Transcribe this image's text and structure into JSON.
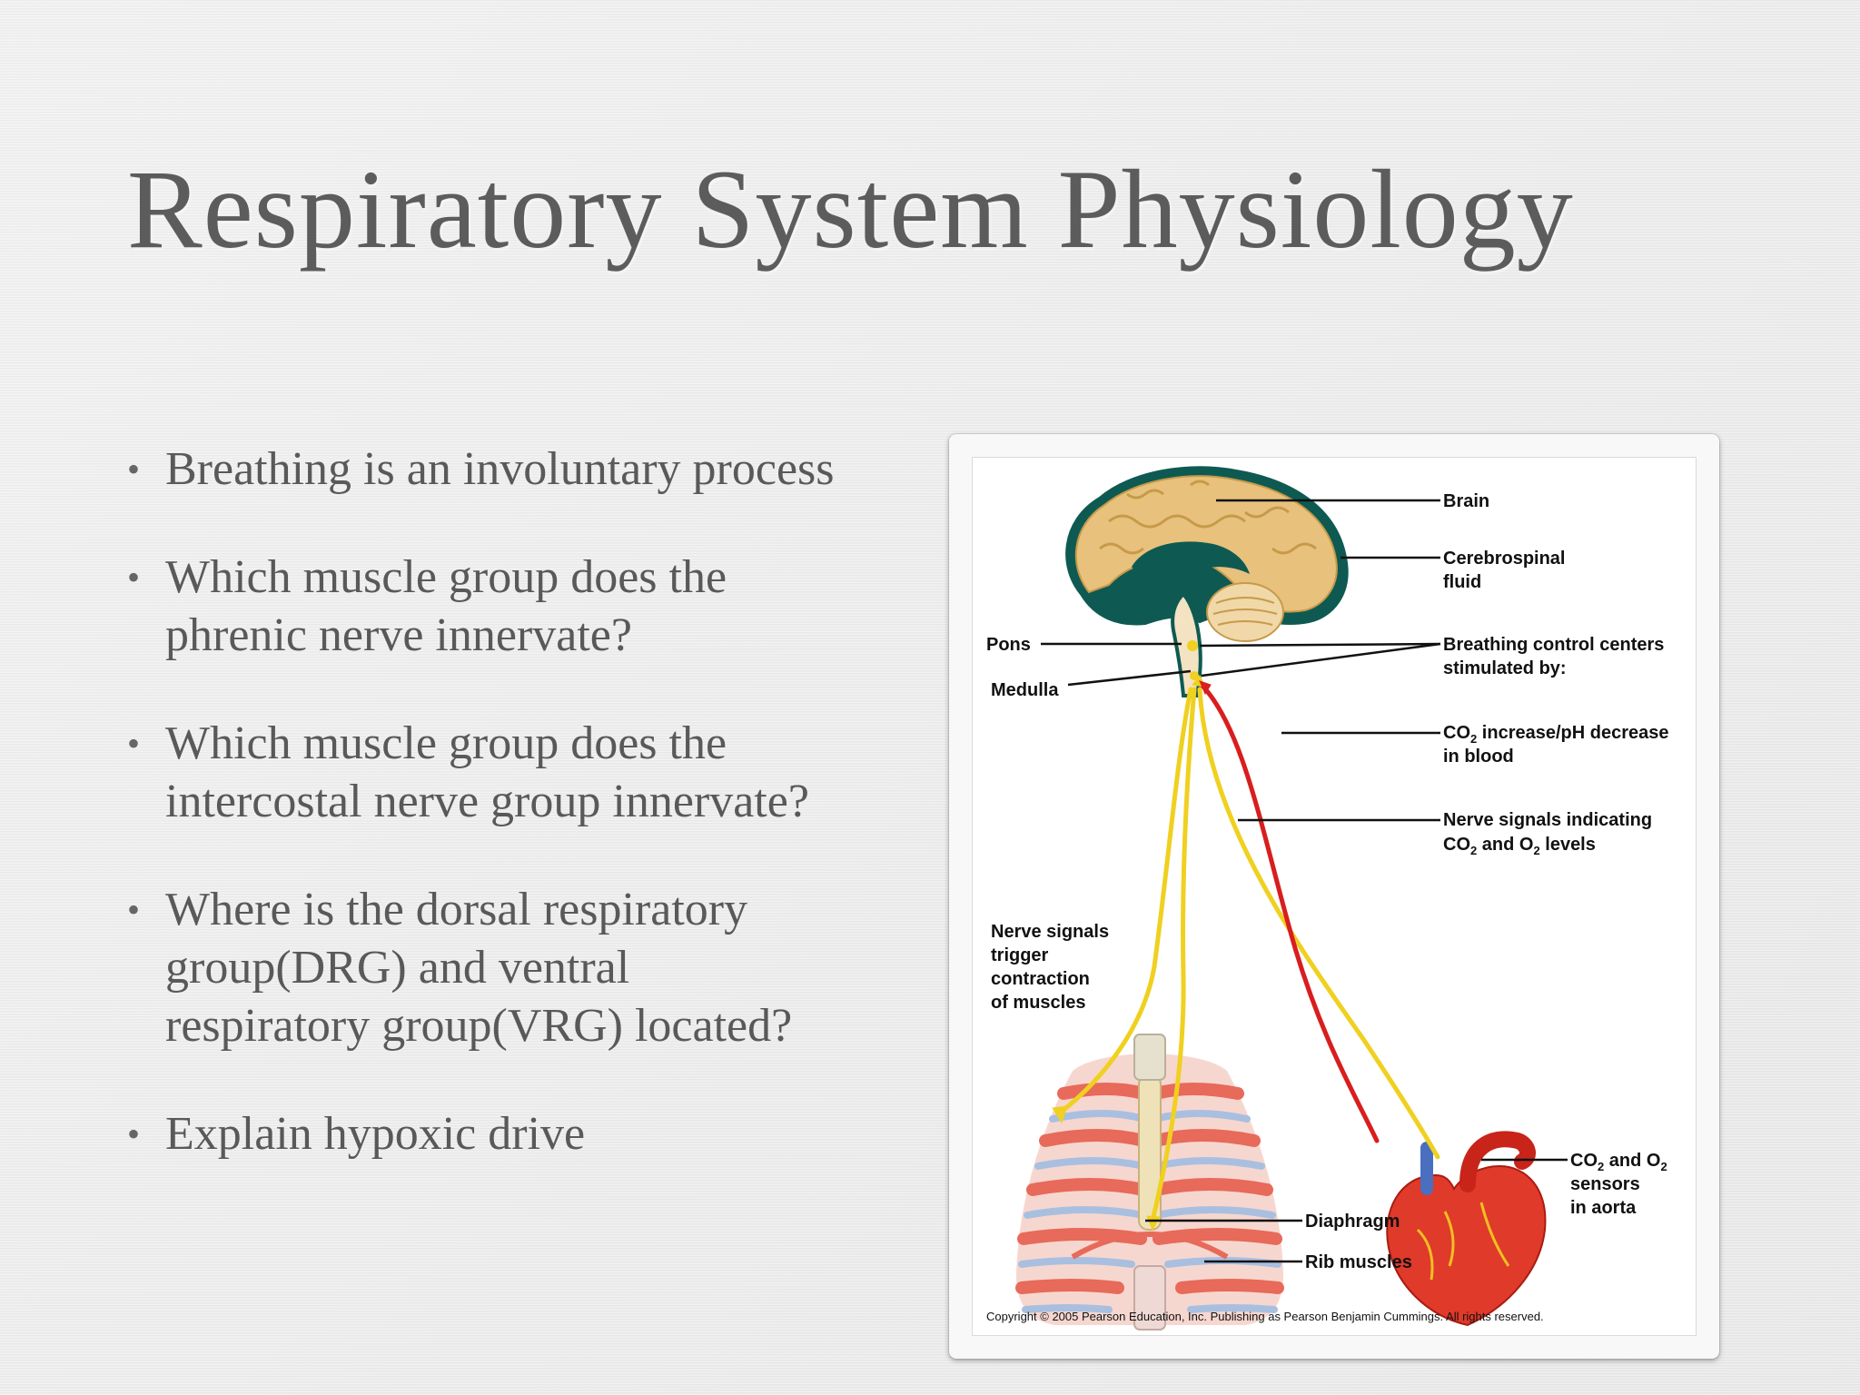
{
  "slide": {
    "title": "Respiratory System Physiology",
    "bullets": [
      {
        "lines": [
          "Breathing is an involuntary process"
        ]
      },
      {
        "lines": [
          "Which muscle group does the",
          "phrenic nerve innervate?"
        ]
      },
      {
        "lines": [
          "Which muscle group does the",
          "intercostal nerve group innervate?"
        ]
      },
      {
        "lines": [
          "Where is the dorsal respiratory",
          "group(DRG) and ventral",
          "respiratory group(VRG) located?"
        ]
      },
      {
        "lines": [
          "Explain hypoxic drive"
        ]
      }
    ]
  },
  "figure": {
    "labels": {
      "brain": "Brain",
      "csf_1": "Cerebrospinal",
      "csf_2": "fluid",
      "pons": "Pons",
      "medulla": "Medulla",
      "centers_1": "Breathing control centers",
      "centers_2": "stimulated by:",
      "co2_1_a": "CO",
      "co2_1_sub": "2",
      "co2_1_b": " increase/pH decrease",
      "co2_2": "in blood",
      "signals_1": "Nerve signals indicating",
      "signals_2_a": "CO",
      "signals_2_sub1": "2",
      "signals_2_b": " and O",
      "signals_2_sub2": "2",
      "signals_2_c": " levels",
      "trigger_1": "Nerve signals",
      "trigger_2": "trigger",
      "trigger_3": "contraction",
      "trigger_4": "of muscles",
      "sensors_1_a": "CO",
      "sensors_1_sub1": "2",
      "sensors_1_b": " and O",
      "sensors_1_sub2": "2",
      "sensors_2": "sensors",
      "sensors_3": "in aorta",
      "diaphragm": "Diaphragm",
      "rib_muscles": "Rib muscles",
      "copyright": "Copyright © 2005 Pearson Education, Inc. Publishing as Pearson Benjamin Cummings. All rights reserved."
    },
    "colors": {
      "brain": "#e8c17c",
      "brain_outline": "#c79a4a",
      "teal": "#0e5a52",
      "nerve_yellow": "#f0d020",
      "blood_red": "#d81e1e",
      "rib_red": "#e76a5a",
      "rib_blue": "#a9bfe0",
      "heart": "#e03a2a"
    }
  }
}
